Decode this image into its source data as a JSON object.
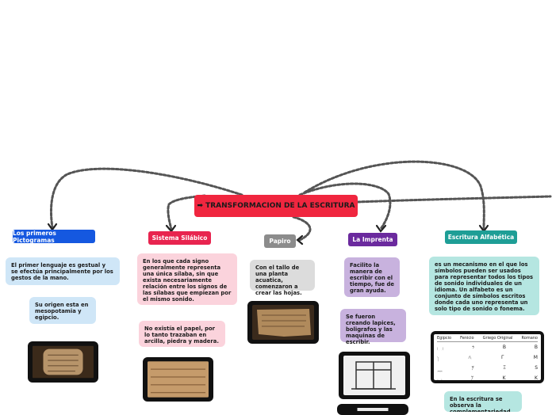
{
  "root": {
    "title": "TRANSFORMACION DE LA ESCRITURA"
  },
  "branches": {
    "pictogramas": {
      "label": "Los primeros Pictogramas",
      "notes": [
        "El primer lenguaje es gestual y se efectúa principalmente por los gestos de la mano.",
        "Su origen esta en mesopotamia y egipcio."
      ]
    },
    "silabico": {
      "label": "Sistema Silábico",
      "notes": [
        "En los que cada signo generalmente representa una única sílaba, sin que exista necesariamente relación entre los signos de las sílabas que empiezan por el mismo sonido.",
        "No existía el papel, por lo tanto trazaban en arcilla, piedra y madera."
      ]
    },
    "papiro": {
      "label": "Papiro",
      "notes": [
        "Con el tallo de una planta acuatica, comenzaron a crear las hojas."
      ]
    },
    "imprenta": {
      "label": "La Imprenta",
      "notes": [
        "Facilito la manera de escribir con el tiempo, fue de gran ayuda.",
        "Se fueron creando lapices, boligrafos y las maquinas de escribir."
      ]
    },
    "alfabetica": {
      "label": "Escritura Alfabética",
      "notes": [
        "es un mecanismo en el que los símbolos pueden ser usados para representar todos los tipos de sonido individuales de un idioma. Un alfabeto es un conjunto de símbolos escritos donde cada uno representa un solo tipo de sonido o fonema.",
        "En la escritura se observa la complementariedad de"
      ],
      "table": {
        "headers": [
          "Egipcio",
          "Fenicio",
          "Griego Original",
          "Romano"
        ],
        "rows": [
          [
            "𓉐",
            "𐤁",
            "B",
            "B"
          ],
          [
            "𓌙",
            "𐤂",
            "Γ",
            "M"
          ],
          [
            "𓈖",
            "𐤌",
            "Ξ",
            "S"
          ],
          [
            "𓎡",
            "𐤊",
            "K",
            "K"
          ]
        ]
      }
    }
  },
  "colors": {
    "root": "#f0263f",
    "pictogramas": "#1558e0",
    "silabico": "#e8244f",
    "papiro": "#8c8c8c",
    "imprenta": "#6b2a9e",
    "alfabetica": "#1e9e96",
    "note_blue": "#cfe6f7",
    "note_pink": "#fbd3dc",
    "note_gray": "#dcdcdc",
    "note_purple": "#c8b2de",
    "note_teal": "#b5e6e1"
  }
}
